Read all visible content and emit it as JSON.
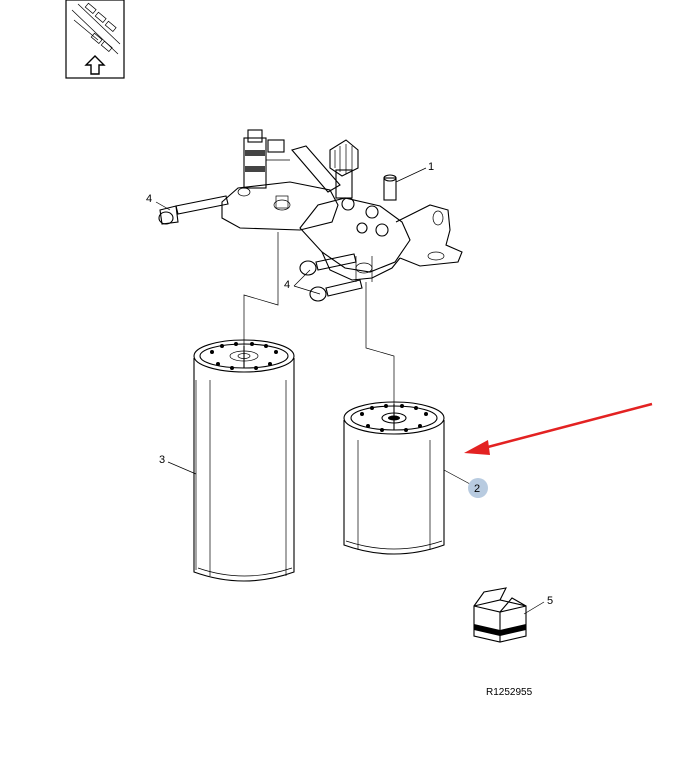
{
  "callouts": {
    "c1": "1",
    "c2": "2",
    "c3": "3",
    "c4a": "4",
    "c4b": "4",
    "c5": "5"
  },
  "reference_number": "R1252955",
  "colors": {
    "arrow": "#e32222",
    "highlight_badge": "#b8cbe0",
    "line": "#000000"
  },
  "icons": {
    "thumbnail": "view-direction-thumbnail-icon"
  }
}
